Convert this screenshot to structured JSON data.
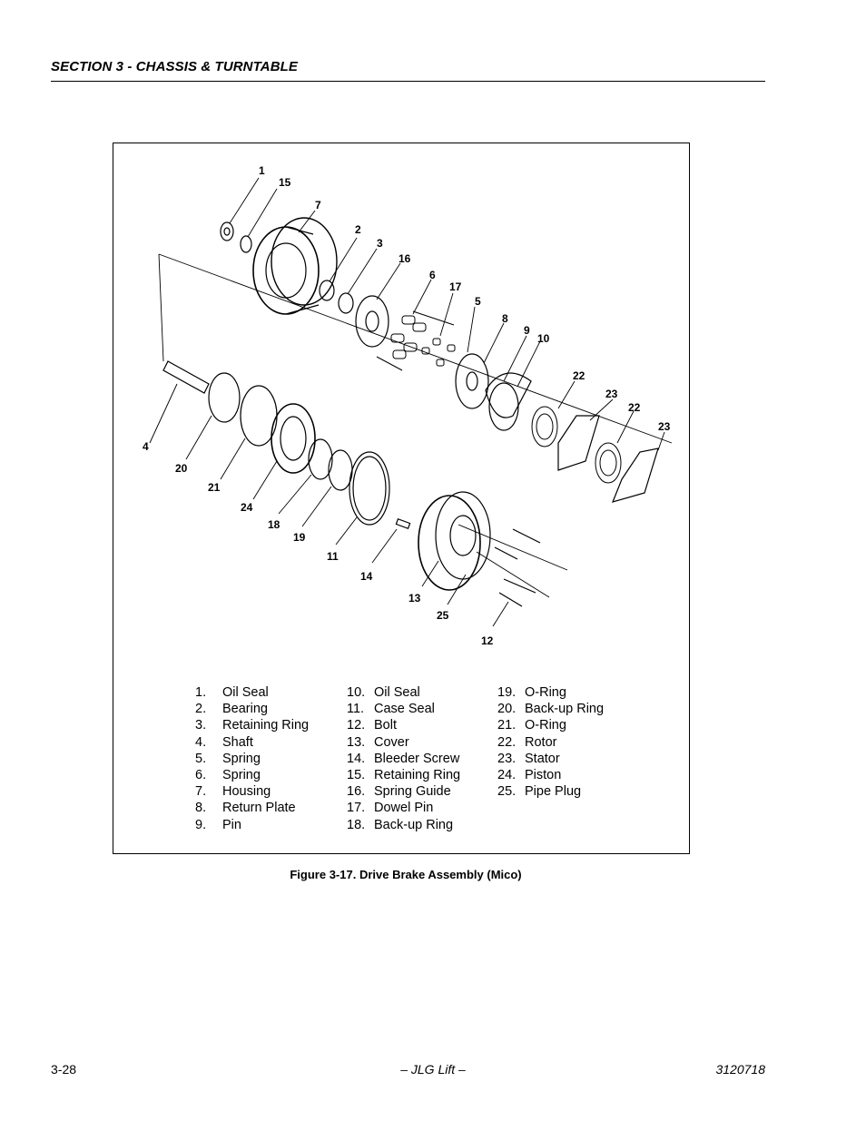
{
  "header": {
    "section_title": "SECTION 3 - CHASSIS & TURNTABLE"
  },
  "figure": {
    "callouts": [
      "1",
      "15",
      "7",
      "2",
      "3",
      "16",
      "6",
      "17",
      "5",
      "8",
      "9",
      "10",
      "22",
      "23",
      "22",
      "23",
      "4",
      "20",
      "21",
      "24",
      "18",
      "19",
      "11",
      "14",
      "13",
      "25",
      "12"
    ],
    "legend": [
      {
        "num": "1.",
        "label": "Oil Seal"
      },
      {
        "num": "2.",
        "label": "Bearing"
      },
      {
        "num": "3.",
        "label": "Retaining Ring"
      },
      {
        "num": "4.",
        "label": "Shaft"
      },
      {
        "num": "5.",
        "label": "Spring"
      },
      {
        "num": "6.",
        "label": "Spring"
      },
      {
        "num": "7.",
        "label": "Housing"
      },
      {
        "num": "8.",
        "label": "Return Plate"
      },
      {
        "num": "9.",
        "label": "Pin"
      },
      {
        "num": "10.",
        "label": "Oil Seal"
      },
      {
        "num": "11.",
        "label": "Case Seal"
      },
      {
        "num": "12.",
        "label": "Bolt"
      },
      {
        "num": "13.",
        "label": "Cover"
      },
      {
        "num": "14.",
        "label": "Bleeder Screw"
      },
      {
        "num": "15.",
        "label": "Retaining Ring"
      },
      {
        "num": "16.",
        "label": "Spring Guide"
      },
      {
        "num": "17.",
        "label": "Dowel Pin"
      },
      {
        "num": "18.",
        "label": "Back-up Ring"
      },
      {
        "num": "19.",
        "label": "O-Ring"
      },
      {
        "num": "20.",
        "label": "Back-up Ring"
      },
      {
        "num": "21.",
        "label": "O-Ring"
      },
      {
        "num": "22.",
        "label": "Rotor"
      },
      {
        "num": "23.",
        "label": "Stator"
      },
      {
        "num": "24.",
        "label": "Piston"
      },
      {
        "num": "25.",
        "label": "Pipe Plug"
      }
    ],
    "caption": "Figure 3-17.  Drive Brake Assembly (Mico)"
  },
  "footer": {
    "page_number": "3-28",
    "center": "– JLG Lift –",
    "doc_number": "3120718"
  }
}
